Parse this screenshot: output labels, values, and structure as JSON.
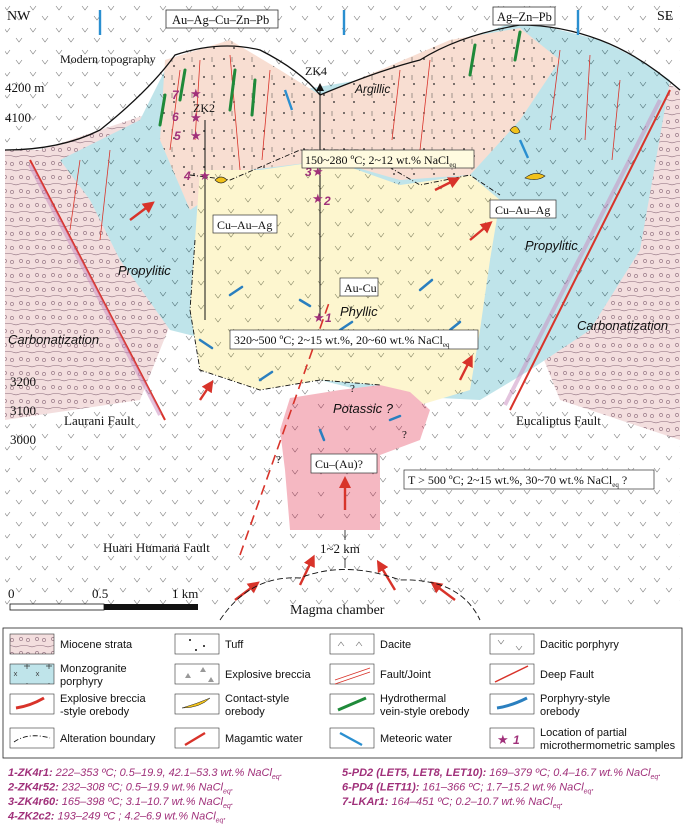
{
  "header": {
    "nw": "NW",
    "se": "SE",
    "deposit_center": "Au–Ag–Cu–Zn–Pb",
    "deposit_right": "Ag–Zn–Pb"
  },
  "elevations": [
    "4200 m",
    "4100",
    "3200",
    "3100",
    "3000"
  ],
  "labels": {
    "modern_topography": "Modern topography",
    "argillic": "Argillic",
    "zk4": "ZK4",
    "zk2": "ZK2",
    "temp_upper_a": "150~280 ºC; 2~12 wt.% NaCl",
    "temp_upper_sub": "eq",
    "cu_au_ag_left": "Cu–Au–Ag",
    "cu_au_ag_right": "Cu–Au–Ag",
    "propylitic_left": "Propylitic",
    "propylitic_right": "Propylitic",
    "au_cu": "Au-Cu",
    "phyllic": "Phyllic",
    "carbonatization_left": "Carbonatization",
    "carbonatization_right": "Carbonatization",
    "temp_mid_a": "320~500 ºC; 2~15 wt.%, 20~60 wt.% NaCl",
    "temp_mid_sub": "eq",
    "potassic": "Potassic ?",
    "cu_au": "Cu–(Au)?",
    "temp_low_a": "T > 500 ºC; 2~15 wt.%, 30~70 wt.% NaCl",
    "temp_low_sub": "eq",
    "temp_low_end": " ?",
    "laurani_fault": "Laurani Fault",
    "eucaliptus_fault": "Eucaliptus Fault",
    "huari_fault": "Huari Humana Fault",
    "depth": "1~2 km",
    "magma_chamber": "Magma chamber",
    "q": "?"
  },
  "sample_numbers": [
    "1",
    "2",
    "3",
    "4",
    "5",
    "6",
    "7"
  ],
  "scale": {
    "zero": "0",
    "half": "0.5",
    "one": "1 km"
  },
  "legend": [
    {
      "key": "miocene",
      "label": "Miocene strata"
    },
    {
      "key": "tuff",
      "label": "Tuff"
    },
    {
      "key": "dacite",
      "label": "Dacite"
    },
    {
      "key": "dacitic_porphyry",
      "label": "Dacitic porphyry"
    },
    {
      "key": "monzogranite",
      "label": "Monzogranite\nporphyry"
    },
    {
      "key": "explosive_breccia",
      "label": "Explosive breccia"
    },
    {
      "key": "fault_joint",
      "label": "Fault/Joint"
    },
    {
      "key": "deep_fault",
      "label": "Deep Fault"
    },
    {
      "key": "eb_orebody",
      "label": "Explosive breccia\n-style orebody"
    },
    {
      "key": "contact_orebody",
      "label": "Contact-style\norebody"
    },
    {
      "key": "vein_orebody",
      "label": "Hydrothermal\nvein-style orebody"
    },
    {
      "key": "porphyry_orebody",
      "label": "Porphyry-style\norebody"
    },
    {
      "key": "alteration_boundary",
      "label": "Alteration boundary"
    },
    {
      "key": "magmatic_water",
      "label": "Magamtic water"
    },
    {
      "key": "meteoric_water",
      "label": "Meteoric water"
    },
    {
      "key": "sample_location",
      "label": "Location of partial\nmicrothermometric samples",
      "number": "1"
    }
  ],
  "samples": [
    {
      "id": "1-ZK4r1:",
      "text": " 222–353 ºC; 0.5–19.9, 42.1–53.3 wt.% NaCl",
      "sub": "eq",
      "end": "."
    },
    {
      "id": "2-ZK4r52:",
      "text": " 232–308 ºC; 0.5–19.9 wt.% NaCl",
      "sub": "eq",
      "end": "."
    },
    {
      "id": "3-ZK4r60:",
      "text": " 165–398 ºC; 3.1–10.7 wt.% NaCl",
      "sub": "eq",
      "end": "."
    },
    {
      "id": "4-ZK2c2:",
      "text": " 193–249 ºC ; 4.2–6.9 wt.% NaCl",
      "sub": "eq",
      "end": "."
    },
    {
      "id": "5-PD2 (LET5, LET8, LET10):",
      "text": " 169–379 ºC; 0.4–16.7 wt.% NaCl",
      "sub": "eq",
      "end": "."
    },
    {
      "id": "6-PD4 (LET11):",
      "text": " 161–366 ºC; 1.7–15.2 wt.% NaCl",
      "sub": "eq",
      "end": "."
    },
    {
      "id": "7-LKAr1:",
      "text": " 164–451 ºC; 0.2–10.7 wt.% NaCl",
      "sub": "eq",
      "end": "."
    }
  ],
  "colors": {
    "strata": "#f3dede",
    "argillic": "#f8ded2",
    "propylitic": "#bfe4ea",
    "phyllic": "#fdf6cf",
    "potassic": "#f5b8c2",
    "fault": "#e03a2e",
    "sample": "#a0307a"
  }
}
